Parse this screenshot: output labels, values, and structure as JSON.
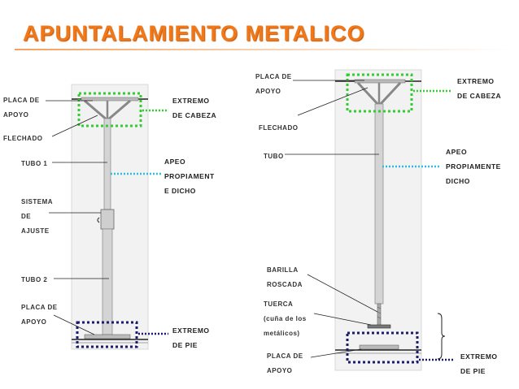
{
  "title": "APUNTALAMIENTO METALICO",
  "left": {
    "placa_apoyo_top": "PLACA DE\nAPOYO",
    "flechado": "FLECHADO",
    "tubo1": "TUBO 1",
    "sistema_ajuste": "SISTEMA\nDE\nAJUSTE",
    "tubo2": "TUBO 2",
    "placa_apoyo_bottom": "PLACA DE\nAPOYO",
    "extremo_cabeza": "EXTREMO\nDE CABEZA",
    "apeo": "APEO\nPROPIAMENT\nE DICHO",
    "extremo_pie": "EXTREMO\nDE PIE"
  },
  "right": {
    "placa_apoyo_top": "PLACA DE\nAPOYO",
    "flechado": "FLECHADO",
    "tubo": "TUBO",
    "barilla_roscada": "BARILLA\nROSCADA",
    "tuerca": "TUERCA\n(cuña de los\nmetálicos)",
    "placa_apoyo_bottom": "PLACA DE\nAPOYO",
    "extremo_cabeza": "EXTREMO\nDE CABEZA",
    "apeo": "APEO\nPROPIAMENTE\nDICHO",
    "extremo_pie": "EXTREMO\nDE PIE"
  },
  "colors": {
    "title": "#f07818",
    "head_box": "#33cc33",
    "apeo_line": "#33bbdd",
    "foot_box": "#1a1a6e"
  }
}
